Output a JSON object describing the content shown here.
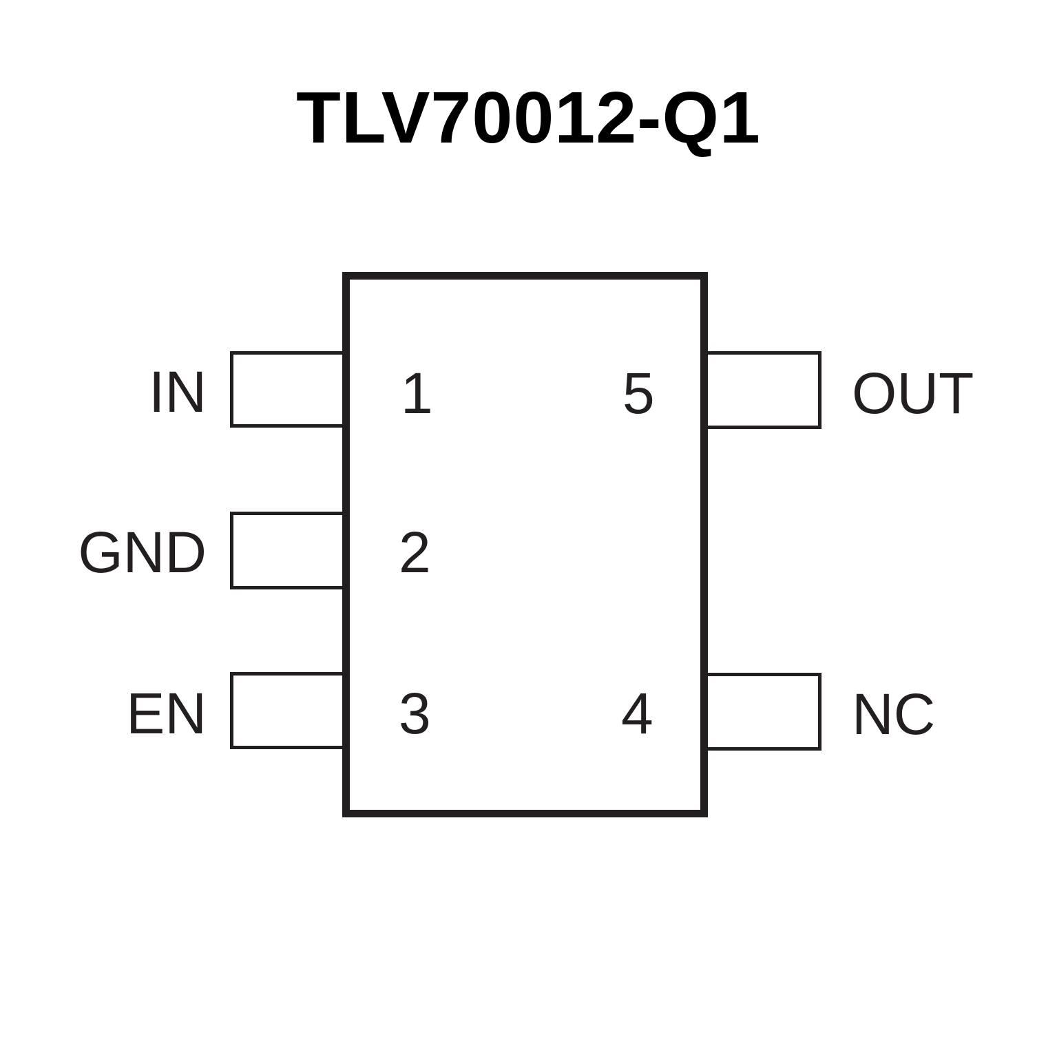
{
  "title": "TLV70012-Q1",
  "colors": {
    "line": "#231f20",
    "title": "#000000",
    "background": "#ffffff"
  },
  "ic": {
    "left_pins": [
      {
        "number": "1",
        "label": "IN"
      },
      {
        "number": "2",
        "label": "GND"
      },
      {
        "number": "3",
        "label": "EN"
      }
    ],
    "right_pins": [
      {
        "number": "5",
        "label": "OUT"
      },
      {
        "number": "4",
        "label": "NC"
      }
    ]
  }
}
